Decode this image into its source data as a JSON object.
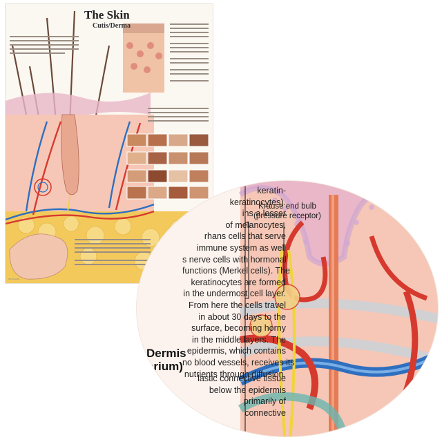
{
  "poster": {
    "title": "The Skin",
    "subtitle": "Cutis/Derma",
    "footer": "3B Scientific"
  },
  "magnifier": {
    "body_lines": [
      "keratin-",
      "keratinocytes).",
      "ins a lesser",
      "of melanocytes,",
      "rhans cells that serve",
      "immune system as well",
      "s nerve cells with hormonal",
      "functions (Merkel cells). The",
      "keratinocytes are formed",
      "in the undermost cell layer.",
      "From here the cells travel",
      "in about 30 days to the",
      "surface, becoming horny",
      "in the middle layers. The",
      "epidermis, which contains",
      "no blood vessels, receives its",
      "nutrients through diffusion."
    ],
    "heading_lines": [
      "Dermis",
      "orium)"
    ],
    "body2_lines": [
      "lastic connective tissue",
      "below the epidermis",
      "primarily of",
      "connective"
    ],
    "callout_lines": [
      "Krause end bulb",
      "(pressure receptor)"
    ]
  },
  "colors": {
    "vein": "#2e6fbf",
    "artery": "#d63a2e",
    "nerve": "#f0d43a",
    "dermis": "#f6c7b6",
    "epidermis": "#e9b7c8",
    "fat": "#f3c95c"
  }
}
